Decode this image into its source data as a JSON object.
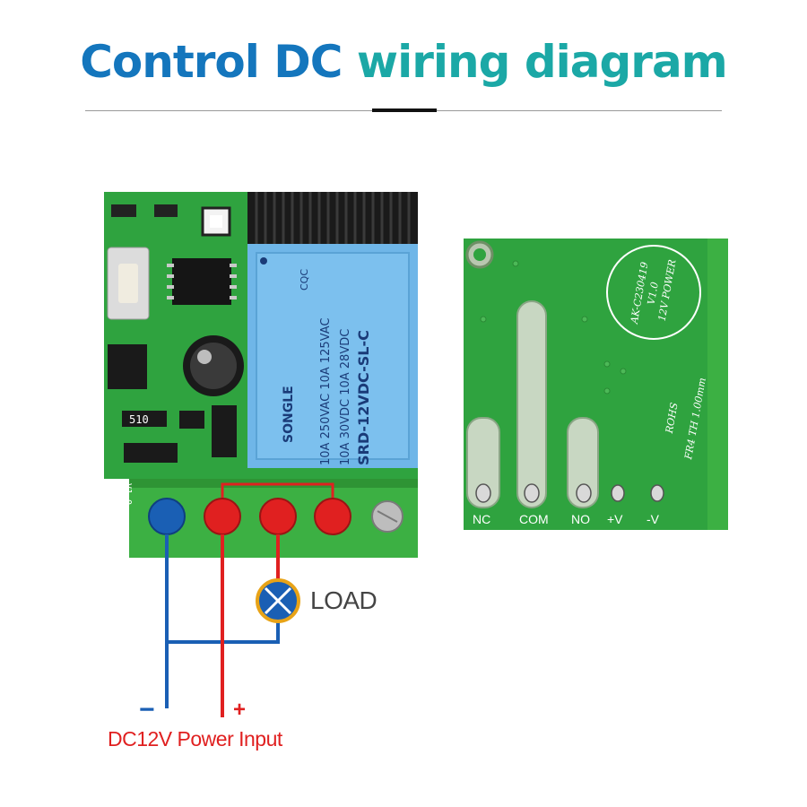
{
  "title": {
    "part1": "Control DC",
    "part2": "wiring diagram"
  },
  "colors": {
    "title_blue": "#1476bd",
    "title_teal": "#1ba8a6",
    "wire_positive": "#e02020",
    "wire_negative": "#1a5fb4",
    "pcb_green": "#2fa33f",
    "terminal_green": "#3cb043",
    "relay_blue": "#6fb6e8",
    "load_ring": "#e8a317"
  },
  "left_board": {
    "relay_text": [
      "SONGLE",
      "SRD-12VDC-SL-C",
      "10A 250VAC 10A 125VAC",
      "10A 30VDC 10A 28VDC",
      "CQC"
    ],
    "board_id": "AK-C230419",
    "version": "V1.0",
    "resistor_code": "510"
  },
  "right_board": {
    "circle_text": [
      "AK-C230419",
      "V1.0",
      "12V POWER"
    ],
    "side_text": [
      "ROHS",
      "FR4 TH 1.00mm"
    ],
    "pin_labels": [
      "NC",
      "COM",
      "NO",
      "+V",
      "-V"
    ]
  },
  "load": {
    "label": "LOAD"
  },
  "power": {
    "label": "DC12V Power Input",
    "minus": "−",
    "plus": "+"
  }
}
